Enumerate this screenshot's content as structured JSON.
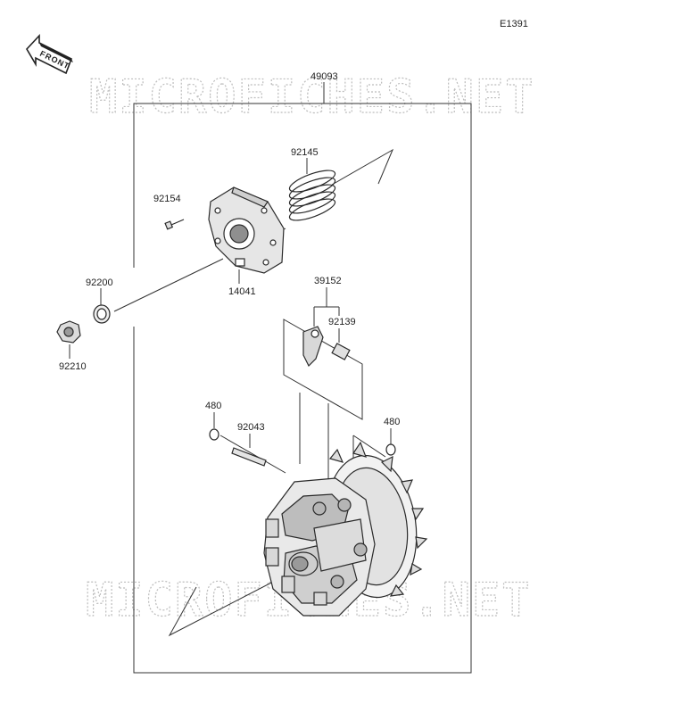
{
  "diagram_code": "E1391",
  "front_label": "FRONT",
  "watermark_text": "MICROFICHES.NET",
  "callouts": {
    "assembly": "49093",
    "spring": "92145",
    "bolt": "92154",
    "cover_plate": "14041",
    "washer": "92200",
    "nut": "92210",
    "weight_arm": "39152",
    "collar": "92139",
    "oring_left": "480",
    "oring_right": "480",
    "pin": "92043"
  },
  "colors": {
    "line": "#333333",
    "part_fill": "#e6e6e6",
    "part_shade": "#9a9a9a",
    "watermark": "#bdbdbd"
  }
}
